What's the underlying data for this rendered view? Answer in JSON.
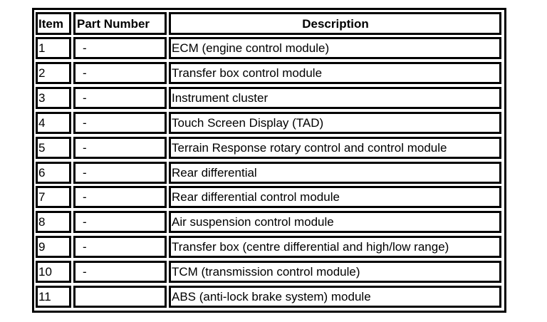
{
  "table": {
    "headers": {
      "item": "Item",
      "part_number": "Part Number",
      "description": "Description"
    },
    "rows": [
      {
        "item": "1",
        "part_number": "-",
        "description": "ECM (engine control module)"
      },
      {
        "item": "2",
        "part_number": "-",
        "description": "Transfer box control module"
      },
      {
        "item": "3",
        "part_number": "-",
        "description": "Instrument cluster"
      },
      {
        "item": "4",
        "part_number": "-",
        "description": "Touch Screen Display (TAD)"
      },
      {
        "item": "5",
        "part_number": "-",
        "description": "Terrain Response rotary control and control module"
      },
      {
        "item": "6",
        "part_number": "-",
        "description": "Rear differential"
      },
      {
        "item": "7",
        "part_number": "-",
        "description": "Rear differential control module"
      },
      {
        "item": "8",
        "part_number": "-",
        "description": "Air suspension control module"
      },
      {
        "item": "9",
        "part_number": "-",
        "description": "Transfer box (centre differential and high/low range)"
      },
      {
        "item": "10",
        "part_number": "-",
        "description": "TCM (transmission control module)"
      },
      {
        "item": "11",
        "part_number": "",
        "description": "ABS (anti-lock brake system) module"
      }
    ]
  }
}
